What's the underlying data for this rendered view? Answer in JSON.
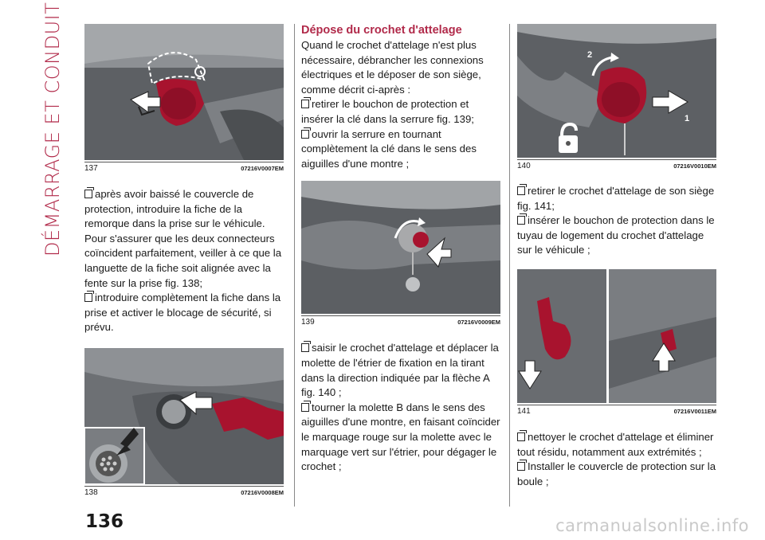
{
  "side_title": "DÉMARRAGE ET CONDUITE",
  "page_number": "136",
  "watermark": "carmanualsonline.info",
  "colors": {
    "accent": "#b12a4a",
    "part_red": "#a8132e",
    "photo_gray": "#6b6e72"
  },
  "figures": {
    "f137": {
      "number": "137",
      "code": "07216V0007EM"
    },
    "f138": {
      "number": "138",
      "code": "07216V0008EM"
    },
    "f139": {
      "number": "139",
      "code": "07216V0009EM"
    },
    "f140": {
      "number": "140",
      "code": "07216V0010EM",
      "arrow1": "1",
      "arrow2": "2"
    },
    "f141": {
      "number": "141",
      "code": "07216V0011EM"
    }
  },
  "col1": {
    "item1": "après avoir baissé le couvercle de protection, introduire la fiche de la remorque dans la prise sur le véhicule. Pour s'assurer que les deux connecteurs coïncident parfaitement, veiller à ce que la languette de la fiche soit alignée avec la fente sur la prise fig. 138;",
    "item2": "introduire complètement la fiche dans la prise et activer le blocage de sécurité, si prévu."
  },
  "col2": {
    "heading": "Dépose du crochet d'attelage",
    "intro": "Quand le crochet d'attelage n'est plus nécessaire, débrancher les connexions électriques et le déposer de son siège, comme décrit ci-après :",
    "item1": "retirer le bouchon de protection et insérer la clé dans la serrure fig. 139;",
    "item2": "ouvrir la serrure en tournant complètement la clé dans le sens des aiguilles d'une montre ;",
    "item3": "saisir le crochet d'attelage et déplacer la molette de l'étrier de fixation en la tirant dans la direction indiquée par la flèche A fig. 140 ;",
    "item4": "tourner la molette B dans le sens des aiguilles d'une montre, en faisant coïncider le marquage rouge sur la molette avec le marquage vert sur l'étrier, pour dégager le crochet ;"
  },
  "col3": {
    "item1": "retirer le crochet d'attelage de son siège fig. 141;",
    "item2": "insérer le bouchon de protection dans le tuyau de logement du crochet d'attelage sur le véhicule ;",
    "item3": "nettoyer le crochet d'attelage et éliminer tout résidu, notamment aux extrémités ;",
    "item4": "Installer le couvercle de protection sur la boule ;"
  }
}
